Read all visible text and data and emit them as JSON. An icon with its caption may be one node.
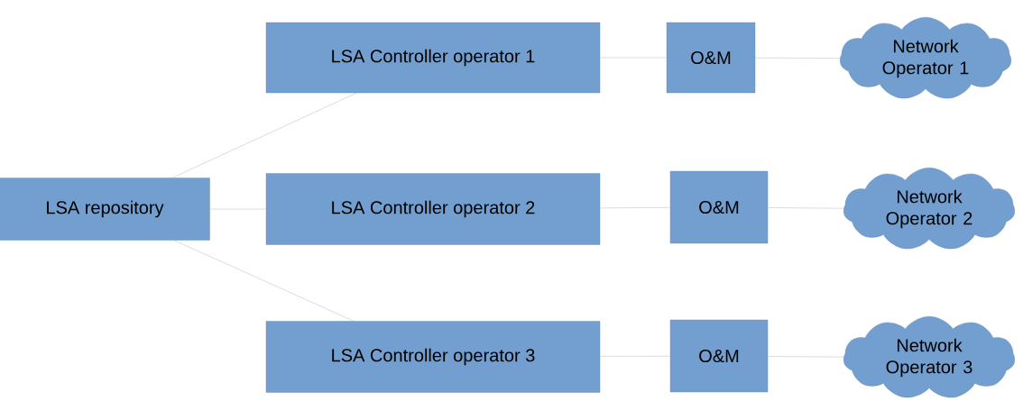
{
  "diagram": {
    "nodes": [
      {
        "text": [
          "LSA repository"
        ]
      },
      {
        "text": [
          "LSA Controller operator 1"
        ]
      },
      {
        "text": [
          "O&M"
        ]
      },
      {
        "text": [
          "Network Operator 1"
        ]
      },
      {
        "text": [
          "LSA Controller operator 2"
        ]
      },
      {
        "text": [
          "O&M"
        ]
      },
      {
        "text": [
          "Network Operator 2"
        ]
      },
      {
        "text": [
          "LSA Controller operator 3"
        ]
      },
      {
        "text": [
          "O&M"
        ]
      },
      {
        "text": [
          "Network Operator 3"
        ]
      }
    ],
    "edges": [
      {
        "from": 0,
        "to": 1,
        "arrow": "none"
      },
      {
        "from": 0,
        "to": 4,
        "arrow": "none"
      },
      {
        "from": 0,
        "to": 7,
        "arrow": "none"
      },
      {
        "from": 1,
        "to": 2,
        "arrow": "none"
      },
      {
        "from": 2,
        "to": 3,
        "arrow": "none"
      },
      {
        "from": 4,
        "to": 5,
        "arrow": "none"
      },
      {
        "from": 5,
        "to": 6,
        "arrow": "none"
      },
      {
        "from": 7,
        "to": 8,
        "arrow": "none"
      },
      {
        "from": 8,
        "to": 9,
        "arrow": "none"
      }
    ]
  }
}
